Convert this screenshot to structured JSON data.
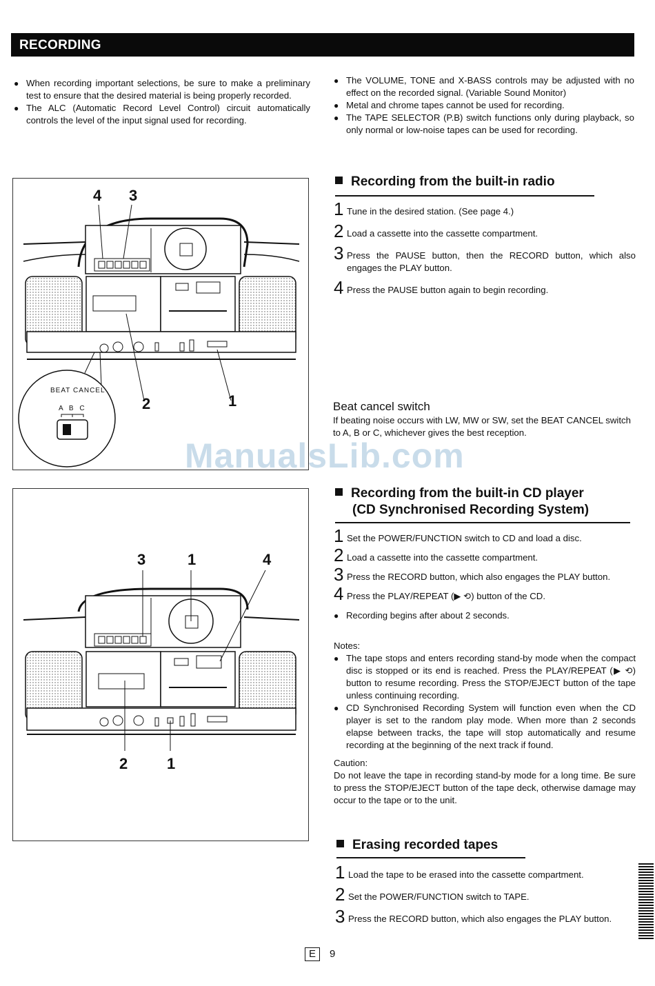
{
  "banner": {
    "title": "RECORDING"
  },
  "intro_left": [
    "When recording important selections, be sure to make a preliminary test to ensure that the desired material is being properly recorded.",
    "The ALC (Automatic Record Level Control) circuit automatically controls the level of the input signal used for recording."
  ],
  "intro_right": [
    "The VOLUME, TONE and X-BASS controls may be adjusted with no effect on the recorded signal. (Variable Sound Monitor)",
    "Metal and chrome tapes cannot be used for recording.",
    "The TAPE SELECTOR (P.B) switch functions only during playback, so only normal or low-noise tapes can be used for recording."
  ],
  "radio": {
    "heading": "Recording from the built-in radio",
    "steps": [
      {
        "n": "1",
        "text": "Tune in the desired station. (See page 4.)"
      },
      {
        "n": "2",
        "text": "Load a cassette into the cassette compartment."
      },
      {
        "n": "3",
        "text": "Press the PAUSE button, then the RECORD button, which also engages the PLAY button."
      },
      {
        "n": "4",
        "text": "Press the PAUSE button again to begin recording."
      }
    ],
    "beat_title": "Beat cancel switch",
    "beat_text": "If beating noise occurs with LW, MW or SW, set the BEAT CANCEL switch to A, B or C, whichever gives the best reception."
  },
  "fig1": {
    "callouts": [
      "4",
      "3",
      "2",
      "1"
    ],
    "inset_label": "BEAT CANCEL",
    "inset_letters": "A B C"
  },
  "cd": {
    "heading_1": "Recording from the built-in CD player",
    "heading_2": "(CD Synchronised Recording System)",
    "steps": [
      {
        "n": "1",
        "text": "Set the POWER/FUNCTION switch to CD and load a disc."
      },
      {
        "n": "2",
        "text": "Load a cassette into the cassette compartment."
      },
      {
        "n": "3",
        "text": "Press the RECORD button, which also engages the PLAY button."
      },
      {
        "n": "4",
        "text": "Press the PLAY/REPEAT (▶ ⟲) button of the CD."
      }
    ],
    "bullet": "Recording begins after about 2 seconds.",
    "notes_title": "Notes:",
    "notes": [
      "The tape stops and enters recording stand-by mode when the compact disc is stopped or its end is reached. Press the PLAY/REPEAT (▶ ⟲) button to resume recording. Press the STOP/EJECT button of the tape unless continuing recording.",
      "CD Synchronised Recording System will function even when the CD player is set to the random play mode. When more than 2 seconds elapse between tracks, the tape will stop automatically and resume recording at the beginning of the next track if found."
    ],
    "caution_title": "Caution:",
    "caution_text": "Do not leave the tape in recording stand-by mode for a long time. Be sure to press the STOP/EJECT button of the tape deck, otherwise damage may occur to the tape or to the unit."
  },
  "fig2": {
    "callouts": [
      "3",
      "1",
      "4",
      "2",
      "1"
    ]
  },
  "erase": {
    "heading": "Erasing recorded tapes",
    "steps": [
      {
        "n": "1",
        "text": "Load the tape to be erased into the cassette compartment."
      },
      {
        "n": "2",
        "text": "Set the POWER/FUNCTION switch to TAPE."
      },
      {
        "n": "3",
        "text": "Press the RECORD button, which also engages the PLAY button."
      }
    ]
  },
  "watermark": "ManualsLib.com",
  "footer": {
    "lang": "E",
    "page": "9"
  }
}
